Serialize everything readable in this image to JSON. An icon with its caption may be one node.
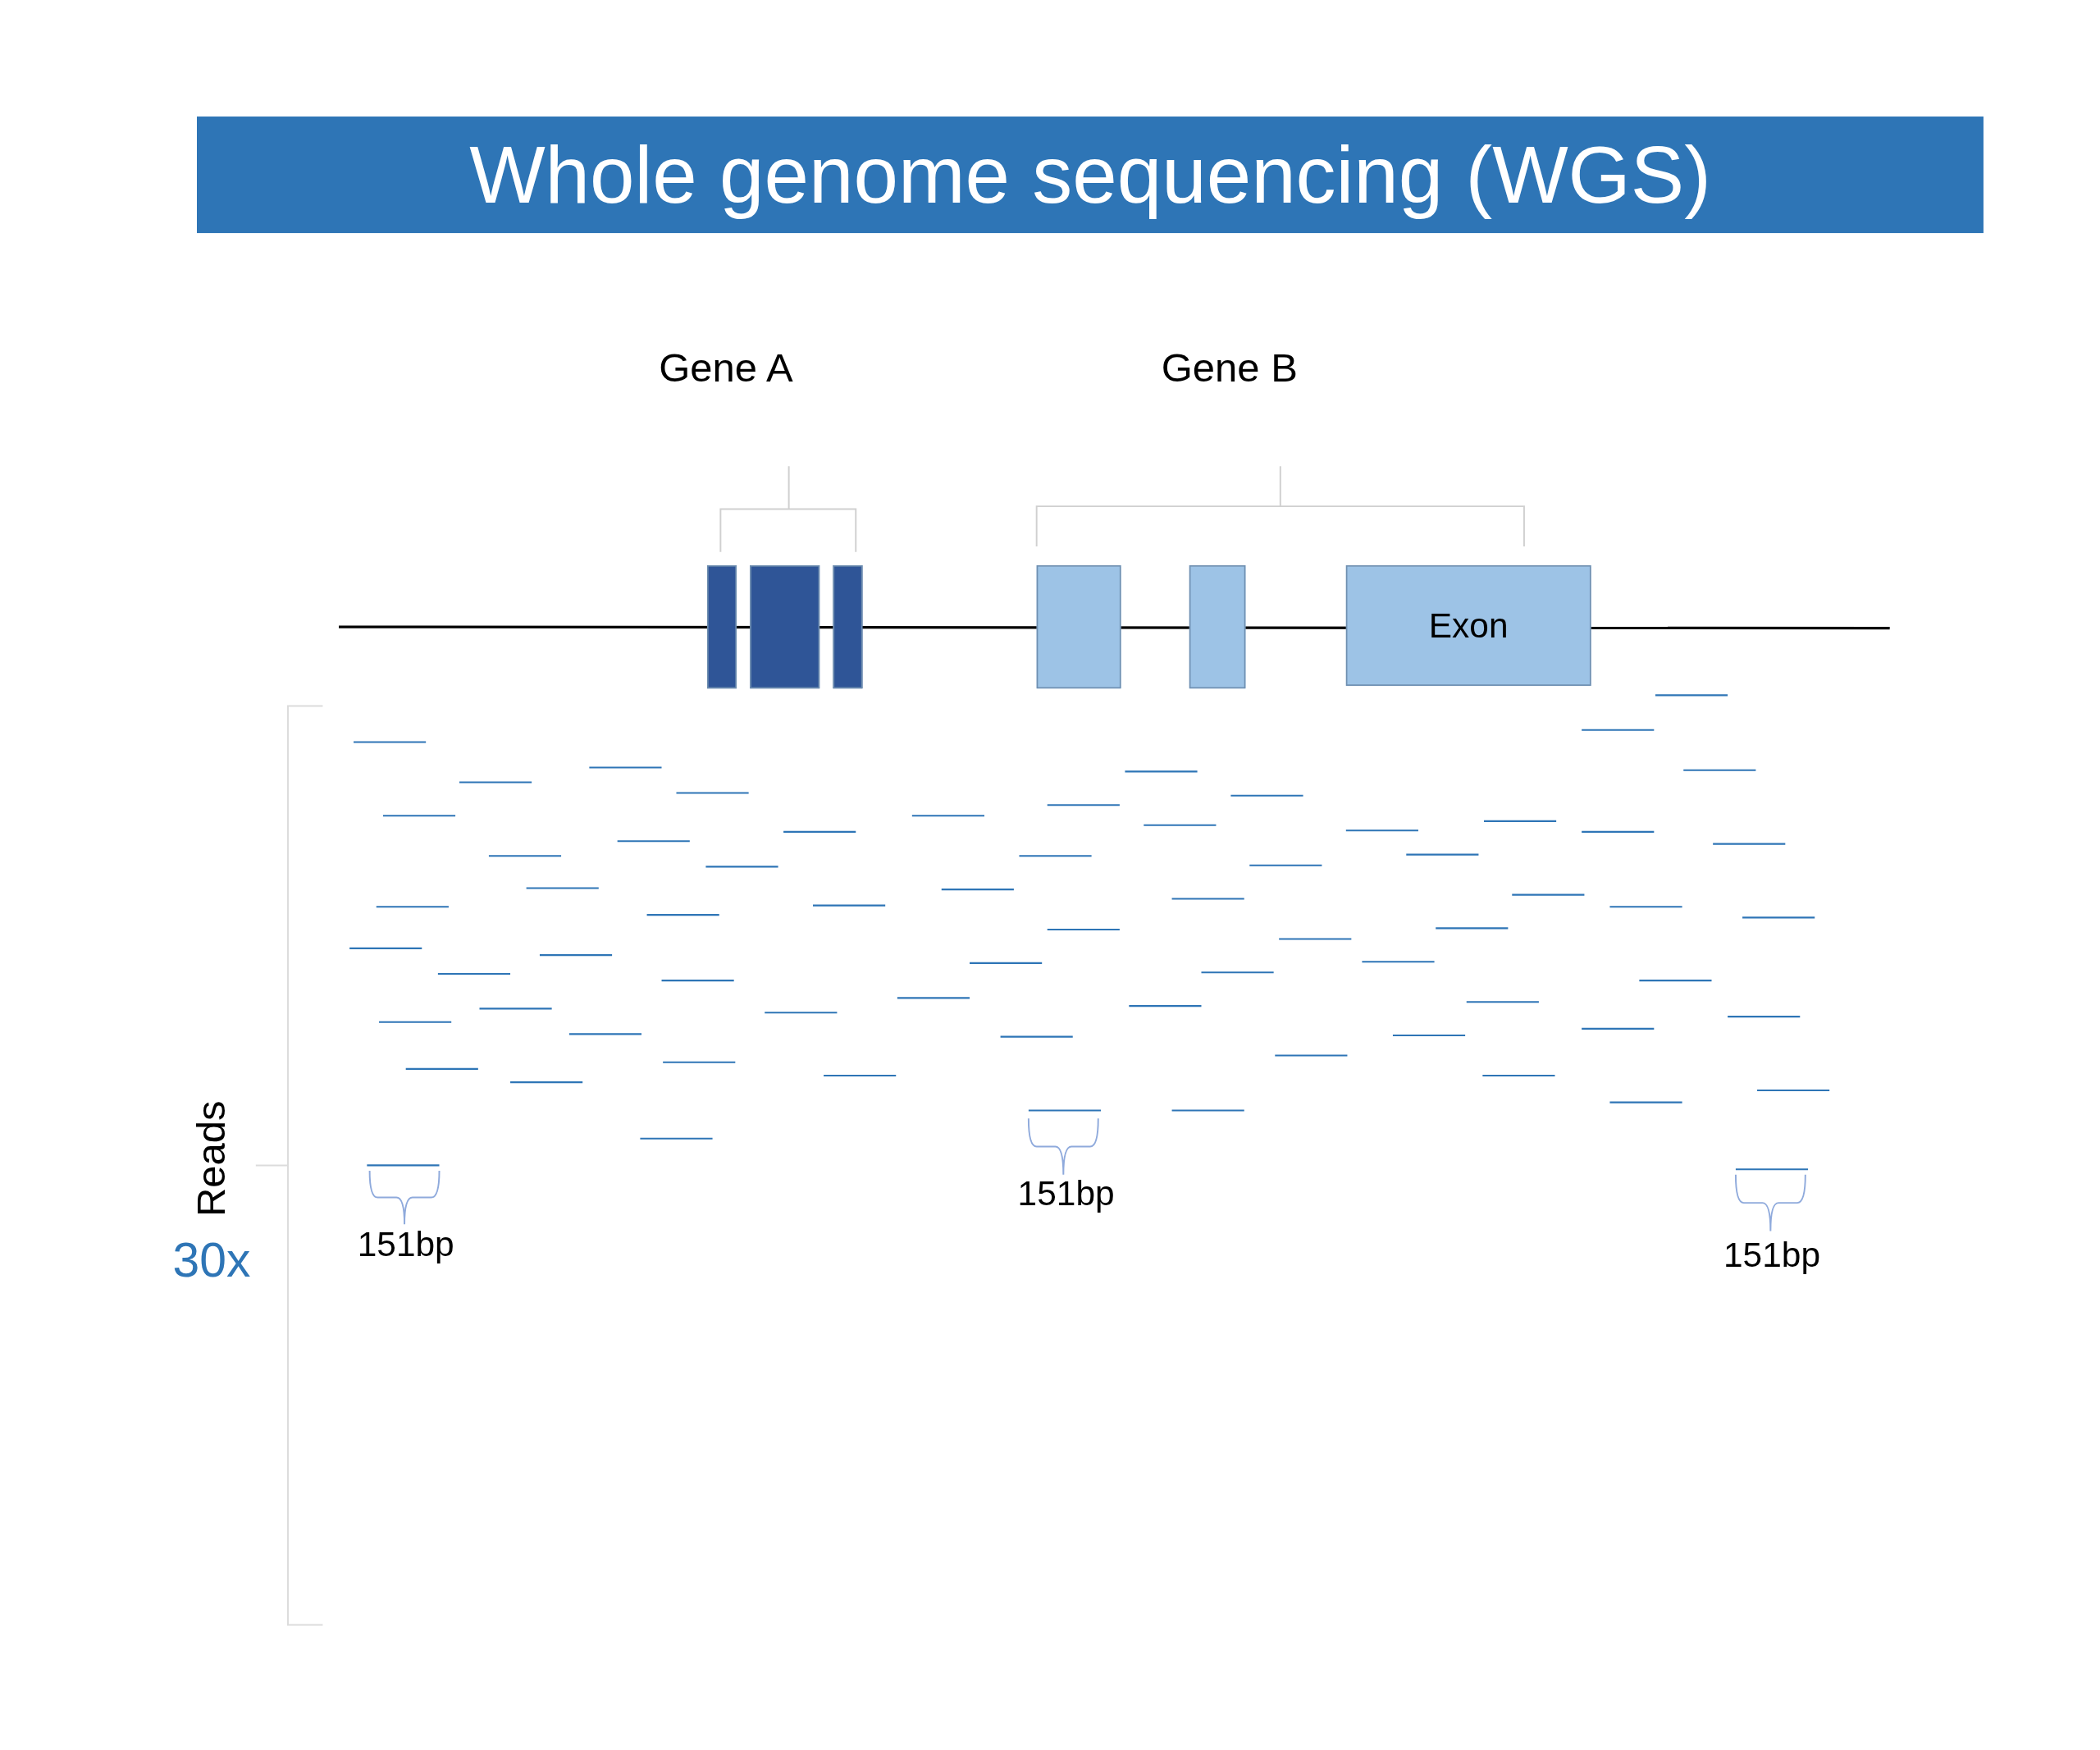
{
  "diagram": {
    "title": "Whole genome sequencing (WGS)",
    "nodes": [
      {
        "text": [],
        "shape": "box"
      },
      {
        "text": [],
        "shape": "box"
      },
      {
        "text": [],
        "shape": "box"
      },
      {
        "text": [],
        "shape": "box"
      },
      {
        "text": [],
        "shape": "box"
      },
      {
        "text": [
          "Exon"
        ]
      }
    ],
    "labels": [
      "Gene A",
      "Gene B",
      "Reads",
      "30x",
      "151bp",
      "151bp",
      "151bp"
    ]
  }
}
